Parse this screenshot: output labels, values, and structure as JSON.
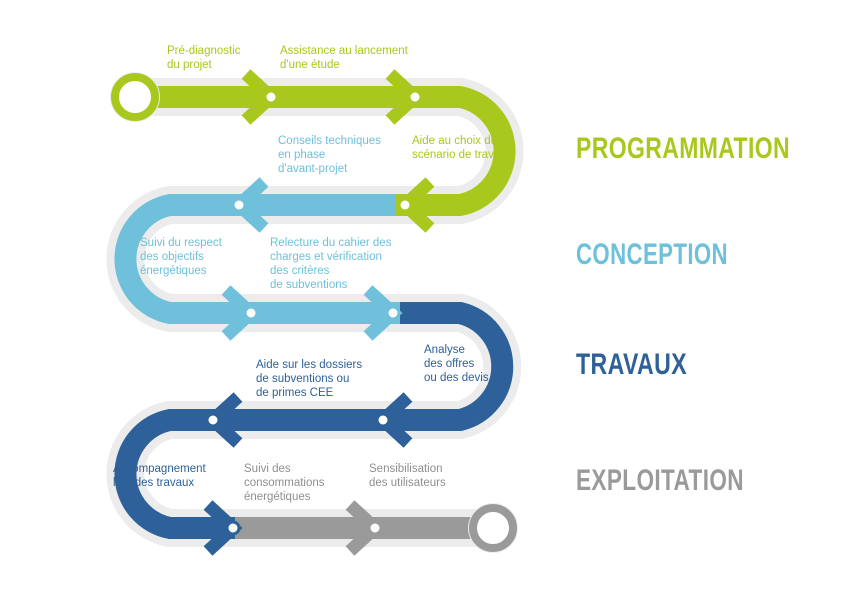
{
  "colors": {
    "programmation": "#a9c81e",
    "conception": "#6fc0da",
    "travaux": "#2e6199",
    "exploitation": "#9a9a9a"
  },
  "phases": {
    "programmation": "PROGRAMMATION",
    "conception": "CONCEPTION",
    "travaux": "TRAVAUX",
    "exploitation": "EXPLOITATION"
  },
  "steps": {
    "prediag": [
      "Pré-diagnostic",
      "du projet"
    ],
    "assistance": [
      "Assistance au lancement",
      "d'une étude"
    ],
    "choix": [
      "Aide au choix du",
      "scénario de travaux"
    ],
    "conseils": [
      "Conseils techniques",
      "en phase",
      "d'avant-projet"
    ],
    "suivi_respect": [
      "Suivi du respect",
      "des objectifs",
      "énergétiques"
    ],
    "relecture": [
      "Relecture du cahier des",
      "charges et vérification",
      "des critères",
      "de subventions"
    ],
    "analyse": [
      "Analyse",
      "des offres",
      "ou des devis"
    ],
    "aide_dossiers": [
      "Aide sur les dossiers",
      "de subventions ou",
      "de primes CEE"
    ],
    "accompagnement": [
      "Accompagnement",
      "lors des travaux"
    ],
    "suivi_conso": [
      "Suivi des",
      "consommations",
      "énergétiques"
    ],
    "sensibilisation": [
      "Sensibilisation",
      "des utilisateurs"
    ]
  }
}
